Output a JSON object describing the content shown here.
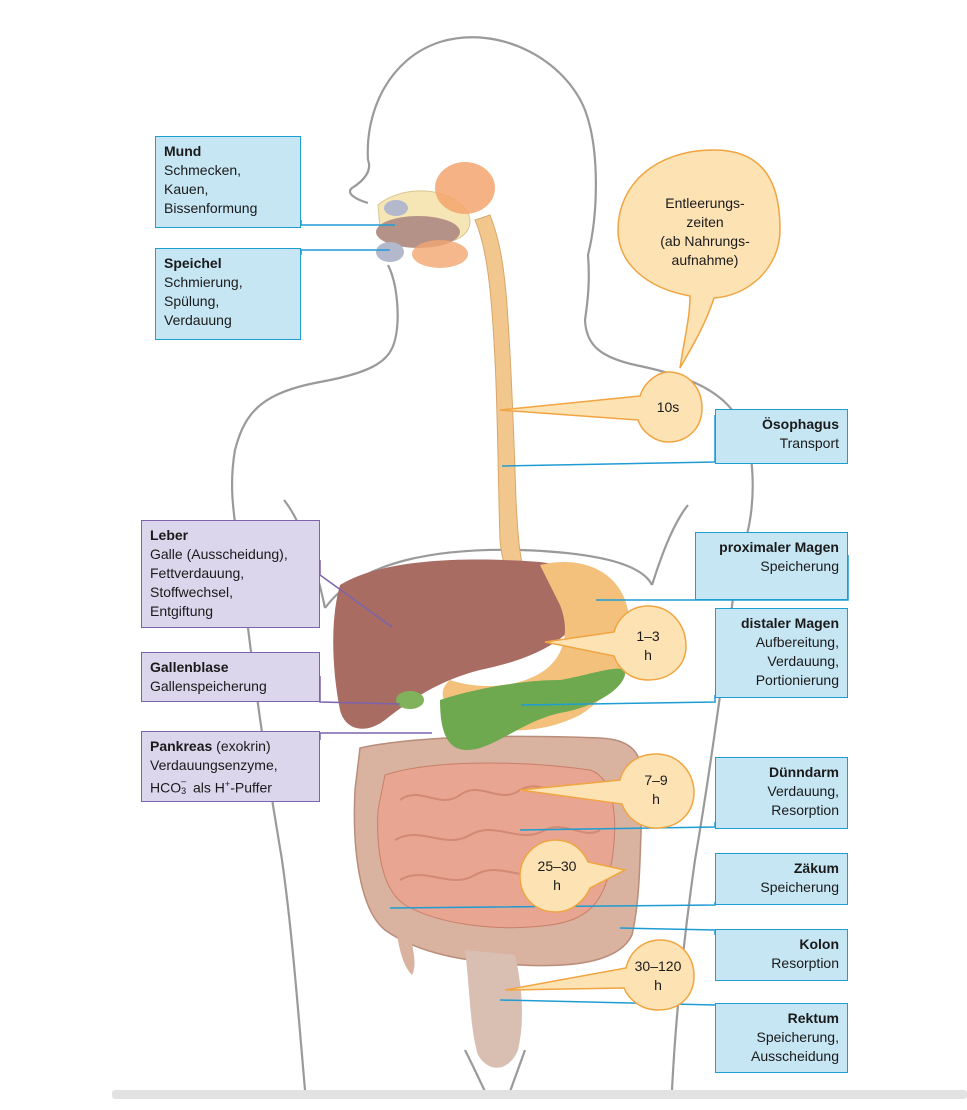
{
  "callouts": {
    "mund": {
      "title": "Mund",
      "lines": [
        "Schmecken,",
        "Kauen,",
        "Bissenformung"
      ]
    },
    "speichel": {
      "title": "Speichel",
      "lines": [
        "Schmierung,",
        "Spülung,",
        "Verdauung"
      ]
    },
    "oesophagus": {
      "title": "Ösophagus",
      "lines": [
        "Transport"
      ]
    },
    "leber": {
      "title": "Leber",
      "lines": [
        "Galle (Ausscheidung),",
        "Fettverdauung,",
        "Stoffwechsel,",
        "Entgiftung"
      ]
    },
    "gallenblase": {
      "title": "Gallenblase",
      "lines": [
        "Gallenspeicherung"
      ]
    },
    "pankreas": {
      "title": "Pankreas",
      "title_suffix": " (exokrin)",
      "lines": [
        "Verdauungsenzyme,"
      ],
      "buffer_prefix": "HCO",
      "buffer_sub": "3",
      "buffer_sup": "–",
      "buffer_mid": " als H",
      "buffer_sup2": "+",
      "buffer_end": "-Puffer"
    },
    "prox_magen": {
      "title": "proximaler Magen",
      "lines": [
        "Speicherung"
      ]
    },
    "dist_magen": {
      "title": "distaler Magen",
      "lines": [
        "Aufbereitung,",
        "Verdauung,",
        "Portionierung"
      ]
    },
    "duenndarm": {
      "title": "Dünndarm",
      "lines": [
        "Verdauung,",
        "Resorption"
      ]
    },
    "zaekum": {
      "title": "Zäkum",
      "lines": [
        "Speicherung"
      ]
    },
    "kolon": {
      "title": "Kolon",
      "lines": [
        "Resorption"
      ]
    },
    "rektum": {
      "title": "Rektum",
      "lines": [
        "Speicherung,",
        "Ausscheidung"
      ]
    }
  },
  "bubbles": {
    "header": [
      "Entleerungs-",
      "zeiten",
      "(ab Nahrungs-",
      "aufnahme)"
    ],
    "t1": [
      "10s"
    ],
    "t2": [
      "1–3",
      "h"
    ],
    "t3": [
      "7–9",
      "h"
    ],
    "t4": [
      "25–30",
      "h"
    ],
    "t5": [
      "30–120",
      "h"
    ]
  },
  "colors": {
    "blue_fill": "#c6e6f4",
    "blue_border": "#1f9cd3",
    "purple_fill": "#dcd6ec",
    "purple_border": "#7b64ad",
    "bubble_fill": "#fde2b4",
    "bubble_border": "#f0a541",
    "liver": "#a86c62",
    "stomach": "#f4c17c",
    "pancreas": "#6ea84f",
    "intestine": "#e8a591",
    "colon": "#d9b2a0"
  }
}
